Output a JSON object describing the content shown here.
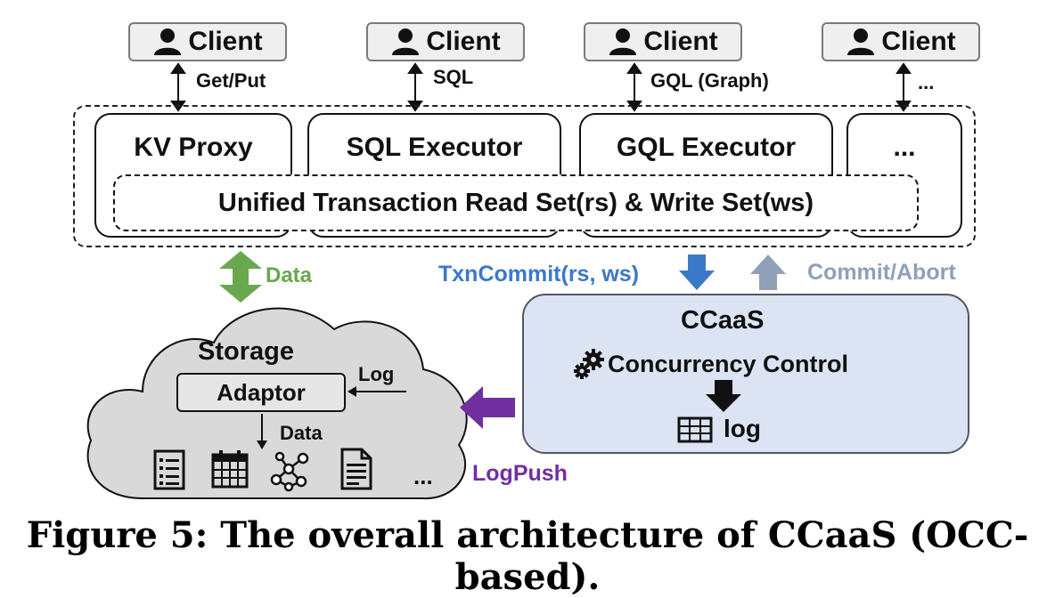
{
  "clients": [
    {
      "label": "Client",
      "protocol": "Get/Put"
    },
    {
      "label": "Client",
      "protocol": "SQL"
    },
    {
      "label": "Client",
      "protocol": "GQL (Graph)"
    },
    {
      "label": "Client",
      "protocol": "..."
    }
  ],
  "executors": [
    "KV Proxy",
    "SQL Executor",
    "GQL Executor",
    "..."
  ],
  "unified_set": "Unified Transaction Read Set(rs) & Write Set(ws)",
  "arrows": {
    "data": "Data",
    "txn_commit": "TxnCommit(rs, ws)",
    "commit_abort": "Commit/Abort",
    "log_push": "LogPush"
  },
  "colors": {
    "data_arrow": "#6aa84f",
    "txn_arrow": "#3c78c8",
    "commit_arrow": "#8fa0b8",
    "logpush_arrow": "#7030a0",
    "ccaas_fill": "#dce3f3",
    "storage_fill": "#d9d9d9"
  },
  "storage": {
    "title": "Storage",
    "adaptor": "Adaptor",
    "log_label": "Log",
    "data_label": "Data",
    "more": "...",
    "icons": [
      "list-document-icon",
      "calendar-grid-icon",
      "graph-network-icon",
      "text-document-icon"
    ]
  },
  "ccaas": {
    "title": "CCaaS",
    "component": "Concurrency Control",
    "log": "log",
    "icons": [
      "gears-icon",
      "table-icon"
    ]
  },
  "caption": "Figure 5: The overall architecture of CCaaS (OCC-based)."
}
